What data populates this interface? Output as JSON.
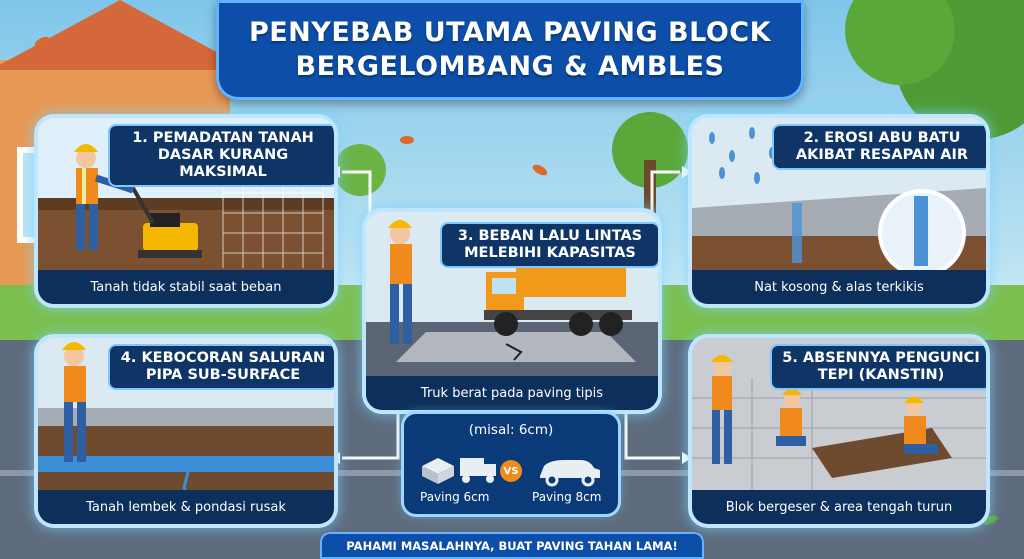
{
  "title": {
    "line1": "PENYEBAB UTAMA PAVING BLOCK",
    "line2": "BERGELOMBANG & AMBLES"
  },
  "panels": [
    {
      "id": 1,
      "heading_line1": "1. PEMADATAN TANAH",
      "heading_line2": "DASAR KURANG MAKSIMAL",
      "caption": "Tanah tidak stabil saat beban"
    },
    {
      "id": 2,
      "heading_line1": "2. EROSI ABU BATU",
      "heading_line2": "AKIBAT RESAPAN AIR",
      "caption": "Nat kosong & alas terkikis"
    },
    {
      "id": 3,
      "heading_line1": "3. BEBAN LALU LINTAS",
      "heading_line2": "MELEBIHI KAPASITAS",
      "caption": "Truk berat pada paving tipis"
    },
    {
      "id": 4,
      "heading_line1": "4. KEBOCORAN SALURAN",
      "heading_line2": "PIPA SUB-SURFACE",
      "caption": "Tanah lembek & pondasi rusak"
    },
    {
      "id": 5,
      "heading_line1": "5. ABSENNYA PENGUNCI",
      "heading_line2": "TEPI (KANSTIN)",
      "caption": "Blok bergeser & area tengah turun"
    }
  ],
  "example": {
    "heading": "(misal: 6cm)",
    "vs_label": "VS",
    "left_label": "Paving 6cm",
    "right_label": "Paving 8cm"
  },
  "footer": "PAHAMI MASALAHNYA, BUAT PAVING TAHAN LAMA!",
  "colors": {
    "header_blue": "#0d4ea8",
    "dark_navy": "#0d2f5c",
    "glow": "#7fd0ff",
    "vest_orange": "#f08a1c",
    "helmet_yellow": "#f5b800",
    "truck_orange": "#f39a1b"
  }
}
